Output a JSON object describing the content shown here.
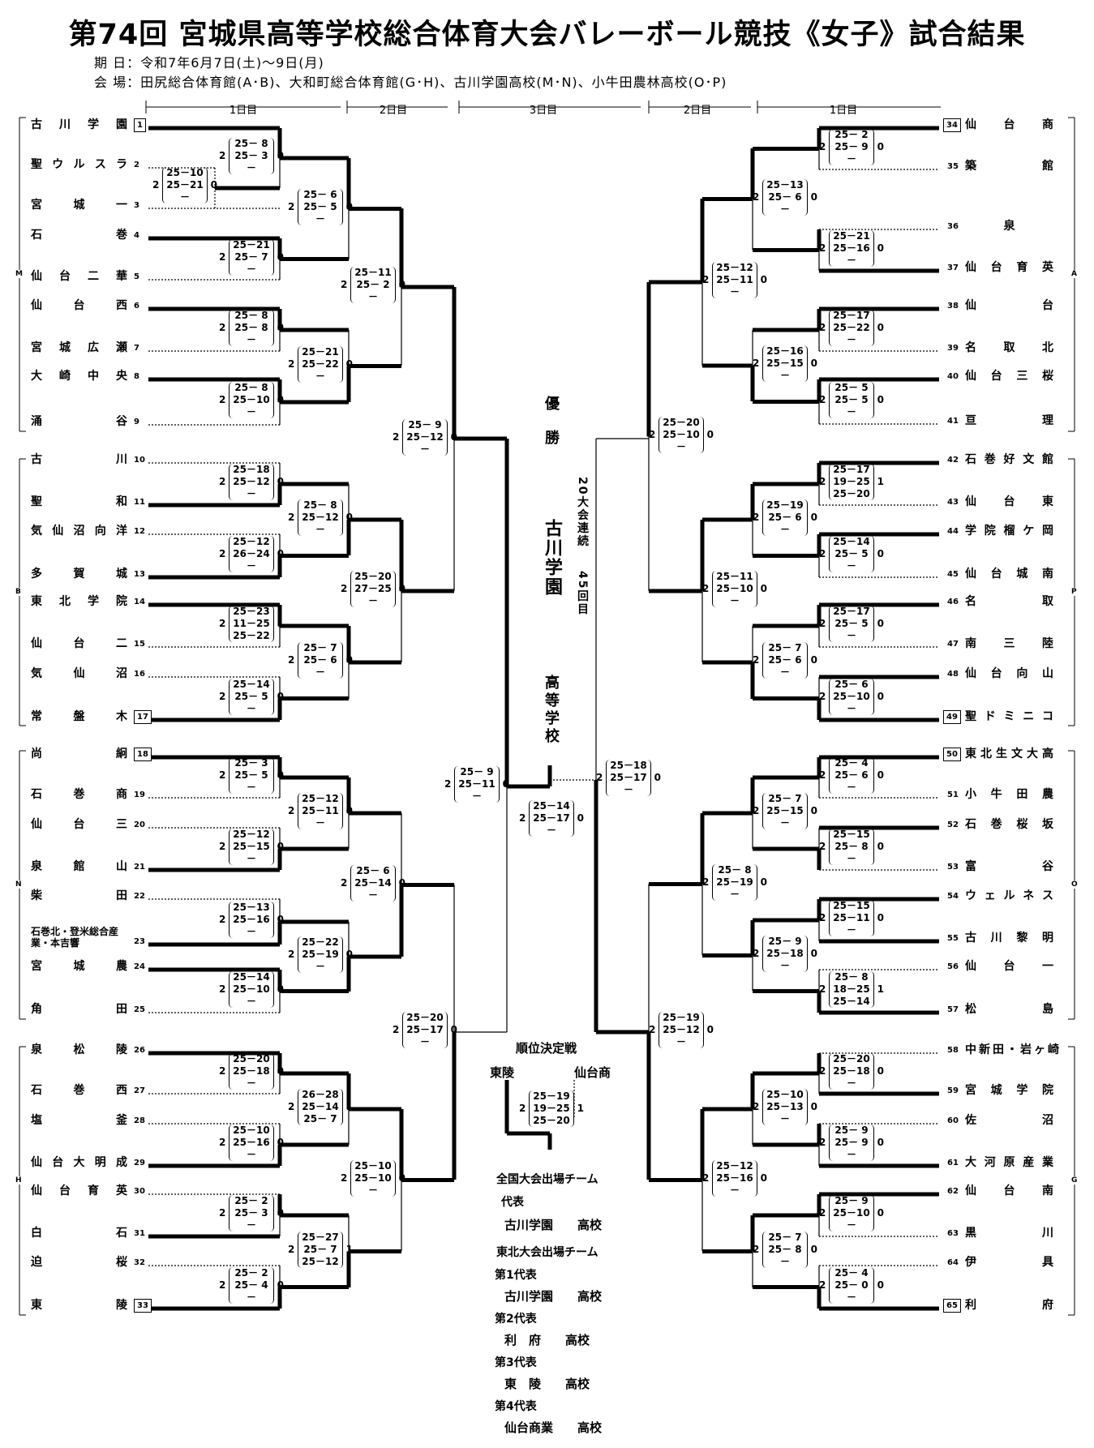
{
  "title": "第74回 宮城県高等学校総合体育大会バレーボール競技《女子》試合結果",
  "period_label": "期 日：令和7年6月7日(土)～9日(月)",
  "venue_label": "会 場：田尻総合体育館(A･B)、大和町総合体育館(G･H)、古川学園高校(M･N)、小牛田農林高校(O･P)",
  "days": [
    "1日目",
    "2日目",
    "3日目",
    "2日目",
    "1日目"
  ],
  "left_teams": [
    {
      "n": "1",
      "name": "古川学園"
    },
    {
      "n": "2",
      "name": "聖ウルスラ"
    },
    {
      "n": "3",
      "name": "宮城一"
    },
    {
      "n": "4",
      "name": "石巻"
    },
    {
      "n": "5",
      "name": "仙台二華"
    },
    {
      "n": "6",
      "name": "仙台西"
    },
    {
      "n": "7",
      "name": "宮城広瀬"
    },
    {
      "n": "8",
      "name": "大崎中央"
    },
    {
      "n": "9",
      "name": "涌谷"
    },
    {
      "n": "10",
      "name": "古川"
    },
    {
      "n": "11",
      "name": "聖和"
    },
    {
      "n": "12",
      "name": "気仙沼向洋"
    },
    {
      "n": "13",
      "name": "多賀城"
    },
    {
      "n": "14",
      "name": "東北学院"
    },
    {
      "n": "15",
      "name": "仙台二"
    },
    {
      "n": "16",
      "name": "気仙沼"
    },
    {
      "n": "17",
      "name": "常盤木"
    },
    {
      "n": "18",
      "name": "尚絅"
    },
    {
      "n": "19",
      "name": "石巻商"
    },
    {
      "n": "20",
      "name": "仙台三"
    },
    {
      "n": "21",
      "name": "泉館山"
    },
    {
      "n": "22",
      "name": "柴田"
    },
    {
      "n": "23",
      "name": "石巻北・登米総合産業・本吉響"
    },
    {
      "n": "24",
      "name": "宮城農"
    },
    {
      "n": "25",
      "name": "角田"
    },
    {
      "n": "26",
      "name": "泉松陵"
    },
    {
      "n": "27",
      "name": "石巻西"
    },
    {
      "n": "28",
      "name": "塩釜"
    },
    {
      "n": "29",
      "name": "仙台大明成"
    },
    {
      "n": "30",
      "name": "仙台育英"
    },
    {
      "n": "31",
      "name": "白石"
    },
    {
      "n": "32",
      "name": "迫桜"
    },
    {
      "n": "33",
      "name": "東陵"
    }
  ],
  "right_teams": [
    {
      "n": "34",
      "name": "仙台商"
    },
    {
      "n": "35",
      "name": "築館"
    },
    {
      "n": "36",
      "name": "泉"
    },
    {
      "n": "37",
      "name": "仙台育英"
    },
    {
      "n": "38",
      "name": "仙台"
    },
    {
      "n": "39",
      "name": "名取北"
    },
    {
      "n": "40",
      "name": "仙台三桜"
    },
    {
      "n": "41",
      "name": "亘理"
    },
    {
      "n": "42",
      "name": "石巻好文館"
    },
    {
      "n": "43",
      "name": "仙台東"
    },
    {
      "n": "44",
      "name": "学院榴ケ岡"
    },
    {
      "n": "45",
      "name": "仙台城南"
    },
    {
      "n": "46",
      "name": "名取"
    },
    {
      "n": "47",
      "name": "南三陸"
    },
    {
      "n": "48",
      "name": "仙台向山"
    },
    {
      "n": "49",
      "name": "聖ドミニコ"
    },
    {
      "n": "50",
      "name": "東北生文大高"
    },
    {
      "n": "51",
      "name": "小牛田農"
    },
    {
      "n": "52",
      "name": "石巻桜坂"
    },
    {
      "n": "53",
      "name": "富谷"
    },
    {
      "n": "54",
      "name": "ウェルネス"
    },
    {
      "n": "55",
      "name": "古川黎明"
    },
    {
      "n": "56",
      "name": "仙台一"
    },
    {
      "n": "57",
      "name": "松島"
    },
    {
      "n": "58",
      "name": "中新田・岩ヶ崎"
    },
    {
      "n": "59",
      "name": "宮城学院"
    },
    {
      "n": "60",
      "name": "佐沼"
    },
    {
      "n": "61",
      "name": "大河原産業"
    },
    {
      "n": "62",
      "name": "仙台南"
    },
    {
      "n": "63",
      "name": "黒川"
    },
    {
      "n": "64",
      "name": "伊具"
    },
    {
      "n": "65",
      "name": "利府"
    }
  ],
  "seeds": [
    "1",
    "17",
    "18",
    "33",
    "34",
    "49",
    "50",
    "65"
  ],
  "left_blocks": [
    "M",
    "B",
    "N",
    "H"
  ],
  "right_blocks": [
    "A",
    "P",
    "O",
    "G"
  ],
  "scores_left_r1": [
    {
      "id": "L1",
      "sets": [
        "25－10",
        "25－21",
        "－"
      ],
      "w": "2",
      "l": "0"
    },
    {
      "id": "L2",
      "sets": [
        "25－ 8",
        "25－ 3",
        "－"
      ],
      "w": "2",
      "l": "0"
    },
    {
      "id": "L3",
      "sets": [
        "25－21",
        "25－ 7",
        "－"
      ],
      "w": "2",
      "l": "0"
    },
    {
      "id": "L4",
      "sets": [
        "25－ 8",
        "25－ 8",
        "－"
      ],
      "w": "2",
      "l": "0"
    },
    {
      "id": "L5",
      "sets": [
        "25－ 8",
        "25－10",
        "－"
      ],
      "w": "2",
      "l": "0"
    },
    {
      "id": "L6",
      "sets": [
        "25－18",
        "25－12",
        "－"
      ],
      "w": "2",
      "l": "0"
    },
    {
      "id": "L7",
      "sets": [
        "25－12",
        "26－24",
        "－"
      ],
      "w": "2",
      "l": "0"
    },
    {
      "id": "L8",
      "sets": [
        "25－23",
        "11－25",
        "25－22"
      ],
      "w": "2",
      "l": "1"
    },
    {
      "id": "L9",
      "sets": [
        "25－14",
        "25－ 5",
        "－"
      ],
      "w": "2",
      "l": "0"
    },
    {
      "id": "L10",
      "sets": [
        "25－ 3",
        "25－ 5",
        "－"
      ],
      "w": "2",
      "l": "0"
    },
    {
      "id": "L11",
      "sets": [
        "25－12",
        "25－15",
        "－"
      ],
      "w": "2",
      "l": "0"
    },
    {
      "id": "L12",
      "sets": [
        "25－13",
        "25－16",
        "－"
      ],
      "w": "2",
      "l": "0"
    },
    {
      "id": "L13",
      "sets": [
        "25－14",
        "25－10",
        "－"
      ],
      "w": "2",
      "l": "0"
    },
    {
      "id": "L14",
      "sets": [
        "25－20",
        "25－18",
        "－"
      ],
      "w": "2",
      "l": "0"
    },
    {
      "id": "L15",
      "sets": [
        "25－10",
        "25－16",
        "－"
      ],
      "w": "2",
      "l": "0"
    },
    {
      "id": "L16",
      "sets": [
        "25－ 2",
        "25－ 3",
        "－"
      ],
      "w": "2",
      "l": "0"
    },
    {
      "id": "L17",
      "sets": [
        "25－ 2",
        "25－ 4",
        "－"
      ],
      "w": "2",
      "l": "0"
    }
  ],
  "scores_left_r2": [
    {
      "id": "L18",
      "sets": [
        "25－ 6",
        "25－ 5",
        "－"
      ],
      "w": "2",
      "l": "0"
    },
    {
      "id": "L19",
      "sets": [
        "25－21",
        "25－22",
        "－"
      ],
      "w": "2",
      "l": "0"
    },
    {
      "id": "L20",
      "sets": [
        "25－ 8",
        "25－12",
        "－"
      ],
      "w": "2",
      "l": "0"
    },
    {
      "id": "L21",
      "sets": [
        "25－ 7",
        "25－ 6",
        "－"
      ],
      "w": "2",
      "l": "0"
    },
    {
      "id": "L22",
      "sets": [
        "25－12",
        "25－11",
        "－"
      ],
      "w": "2",
      "l": "0"
    },
    {
      "id": "L23",
      "sets": [
        "25－22",
        "25－19",
        "－"
      ],
      "w": "2",
      "l": "0"
    },
    {
      "id": "L24",
      "sets": [
        "26－28",
        "25－14",
        "25－ 7"
      ],
      "w": "2",
      "l": "1"
    },
    {
      "id": "L25",
      "sets": [
        "25－27",
        "25－ 7",
        "25－12"
      ],
      "w": "2",
      "l": "1"
    }
  ],
  "scores_left_r3": [
    {
      "id": "L26",
      "sets": [
        "25－11",
        "25－ 2",
        "－"
      ],
      "w": "2",
      "l": "0"
    },
    {
      "id": "L27",
      "sets": [
        "25－20",
        "27－25",
        "－"
      ],
      "w": "2",
      "l": "0"
    },
    {
      "id": "L28",
      "sets": [
        "25－ 6",
        "25－14",
        "－"
      ],
      "w": "2",
      "l": "0"
    },
    {
      "id": "L29",
      "sets": [
        "25－10",
        "25－10",
        "－"
      ],
      "w": "2",
      "l": "0"
    }
  ],
  "scores_left_r4": [
    {
      "id": "L30",
      "sets": [
        "25－ 9",
        "25－12",
        "－"
      ],
      "w": "2",
      "l": "0"
    },
    {
      "id": "L31",
      "sets": [
        "25－20",
        "25－17",
        "－"
      ],
      "w": "2",
      "l": "0"
    }
  ],
  "scores_right_r1": [
    {
      "id": "R1",
      "sets": [
        "25－ 2",
        "25－ 9",
        "－"
      ],
      "w": "2",
      "l": "0"
    },
    {
      "id": "R2",
      "sets": [
        "25－21",
        "25－16",
        "－"
      ],
      "w": "2",
      "l": "0"
    },
    {
      "id": "R3",
      "sets": [
        "25－17",
        "25－22",
        "－"
      ],
      "w": "2",
      "l": "0"
    },
    {
      "id": "R4",
      "sets": [
        "25－ 5",
        "25－ 5",
        "－"
      ],
      "w": "2",
      "l": "0"
    },
    {
      "id": "R5",
      "sets": [
        "25－17",
        "19－25",
        "25－20"
      ],
      "w": "2",
      "l": "1"
    },
    {
      "id": "R6",
      "sets": [
        "25－14",
        "25－ 5",
        "－"
      ],
      "w": "2",
      "l": "0"
    },
    {
      "id": "R7",
      "sets": [
        "25－17",
        "25－ 5",
        "－"
      ],
      "w": "2",
      "l": "0"
    },
    {
      "id": "R8",
      "sets": [
        "25－ 6",
        "25－10",
        "－"
      ],
      "w": "2",
      "l": "0"
    },
    {
      "id": "R9",
      "sets": [
        "25－ 4",
        "25－ 6",
        "－"
      ],
      "w": "2",
      "l": "0"
    },
    {
      "id": "R10",
      "sets": [
        "25－15",
        "25－ 8",
        "－"
      ],
      "w": "2",
      "l": "0"
    },
    {
      "id": "R11",
      "sets": [
        "25－15",
        "25－11",
        "－"
      ],
      "w": "2",
      "l": "0"
    },
    {
      "id": "R12",
      "sets": [
        "25－ 8",
        "18－25",
        "25－14"
      ],
      "w": "2",
      "l": "1"
    },
    {
      "id": "R13",
      "sets": [
        "25－20",
        "25－18",
        "－"
      ],
      "w": "2",
      "l": "0"
    },
    {
      "id": "R14",
      "sets": [
        "25－ 9",
        "25－ 9",
        "－"
      ],
      "w": "2",
      "l": "0"
    },
    {
      "id": "R15",
      "sets": [
        "25－ 9",
        "25－10",
        "－"
      ],
      "w": "2",
      "l": "0"
    },
    {
      "id": "R16",
      "sets": [
        "25－ 4",
        "25－ 0",
        "－"
      ],
      "w": "2",
      "l": "0"
    }
  ],
  "scores_right_r2": [
    {
      "id": "R17",
      "sets": [
        "25－13",
        "25－ 6",
        "－"
      ],
      "w": "2",
      "l": "0"
    },
    {
      "id": "R18",
      "sets": [
        "25－16",
        "25－15",
        "－"
      ],
      "w": "2",
      "l": "0"
    },
    {
      "id": "R19",
      "sets": [
        "25－19",
        "25－ 6",
        "－"
      ],
      "w": "2",
      "l": "0"
    },
    {
      "id": "R20",
      "sets": [
        "25－ 7",
        "25－ 6",
        "－"
      ],
      "w": "2",
      "l": "0"
    },
    {
      "id": "R21",
      "sets": [
        "25－ 7",
        "25－15",
        "－"
      ],
      "w": "2",
      "l": "0"
    },
    {
      "id": "R22",
      "sets": [
        "25－ 9",
        "25－18",
        "－"
      ],
      "w": "2",
      "l": "0"
    },
    {
      "id": "R23",
      "sets": [
        "25－10",
        "25－13",
        "－"
      ],
      "w": "2",
      "l": "0"
    },
    {
      "id": "R24",
      "sets": [
        "25－ 7",
        "25－ 8",
        "－"
      ],
      "w": "2",
      "l": "0"
    }
  ],
  "scores_right_r3": [
    {
      "id": "R25",
      "sets": [
        "25－12",
        "25－11",
        "－"
      ],
      "w": "2",
      "l": "0"
    },
    {
      "id": "R26",
      "sets": [
        "25－11",
        "25－10",
        "－"
      ],
      "w": "2",
      "l": "0"
    },
    {
      "id": "R27",
      "sets": [
        "25－ 8",
        "25－19",
        "－"
      ],
      "w": "2",
      "l": "0"
    },
    {
      "id": "R28",
      "sets": [
        "25－12",
        "25－16",
        "－"
      ],
      "w": "2",
      "l": "0"
    }
  ],
  "scores_right_r4": [
    {
      "id": "R29",
      "sets": [
        "25－20",
        "25－10",
        "－"
      ],
      "w": "2",
      "l": "0"
    },
    {
      "id": "R30",
      "sets": [
        "25－19",
        "25－12",
        "－"
      ],
      "w": "2",
      "l": "0"
    }
  ],
  "semifinal_left": {
    "sets": [
      "25－ 9",
      "25－11",
      "－"
    ],
    "w": "2",
    "l": "0"
  },
  "semifinal_right": {
    "sets": [
      "25－18",
      "25－17",
      "－"
    ],
    "w": "2",
    "l": "0"
  },
  "final": {
    "sets": [
      "25－14",
      "25－17",
      "－"
    ],
    "w": "2",
    "l": "0"
  },
  "champion_label_1": "優",
  "champion_label_2": "勝",
  "champion_name": "古川学園",
  "champion_type": "高等学校",
  "consecutive_note": "20大会連続",
  "times_note": "45回目",
  "placement_title": "順位決定戦",
  "placement_left": "東陵",
  "placement_right": "仙台商",
  "placement_score": {
    "sets": [
      "25－19",
      "19－25",
      "25－20"
    ],
    "w": "2",
    "l": "1"
  },
  "national_header": "全国大会出場チーム",
  "national_rep_label": "代表",
  "national_team": "古川学園　　高校",
  "tohoku_header": "東北大会出場チーム",
  "tohoku": [
    {
      "label": "第1代表",
      "team": "古川学園　　高校"
    },
    {
      "label": "第2代表",
      "team": "利　府　　高校"
    },
    {
      "label": "第3代表",
      "team": "東　陵　　高校"
    },
    {
      "label": "第4代表",
      "team": "仙台商業　　高校"
    }
  ]
}
